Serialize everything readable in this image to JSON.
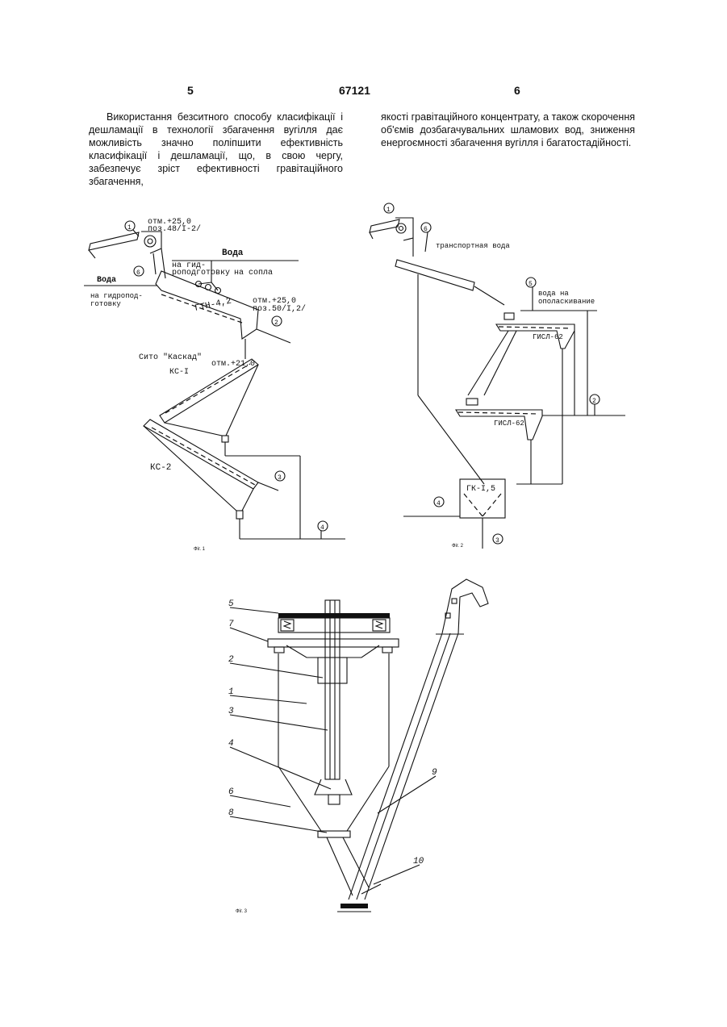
{
  "header": {
    "page_left": "5",
    "patent_number": "67121",
    "page_right": "6"
  },
  "text": {
    "left_column": "Використання безситного способу класифікації і дешламації в технології збагачення вугілля дає можливість значно поліпшити ефективність класифікації і дешламації, що, в свою чергу, забезпечує зріст ефективності гравітаційного збагачення,",
    "right_column": "якості гравітаційного концентрату, а також скорочення об'ємів дозбагачувальних шламових вод, зниження енергоємності збагачення вугілля і багатостадійності."
  },
  "fig1": {
    "caption": "Фіг. 1",
    "labels": {
      "mark1": "отм.+25,0",
      "pos1": "поз.48/I-2/",
      "water": "Вода",
      "to_hydro1": "на гид-",
      "to_hydro2": "роподготовку",
      "to_nozzles": "на сопла",
      "water_left": "Вода",
      "to_hydro_left1": "на гидропод-",
      "to_hydro_left2": "готовку",
      "mark2": "отм.+25,0",
      "pos2": "поз.50/I,2/",
      "gtn": "ГТН-4,2",
      "sieve": "Сито \"Каскад\"",
      "ks1": "КС-I",
      "mark3": "отм.+21,0",
      "ks2": "КС-2"
    },
    "markers": [
      "1",
      "6",
      "2",
      "3",
      "4"
    ]
  },
  "fig2": {
    "caption": "Фіг. 2",
    "labels": {
      "transport_water": "транспортная вода",
      "rinse_water1": "вода на",
      "rinse_water2": "ополаскивание",
      "gisl1": "ГИСЛ-62",
      "gisl2": "ГИСЛ-62",
      "gk": "ГК-I,5"
    },
    "markers": [
      "1",
      "6",
      "5",
      "2",
      "4",
      "3"
    ]
  },
  "fig3": {
    "caption": "Фіг. 3",
    "part_numbers": [
      "5",
      "7",
      "2",
      "1",
      "3",
      "4",
      "6",
      "8",
      "9",
      "10"
    ]
  }
}
